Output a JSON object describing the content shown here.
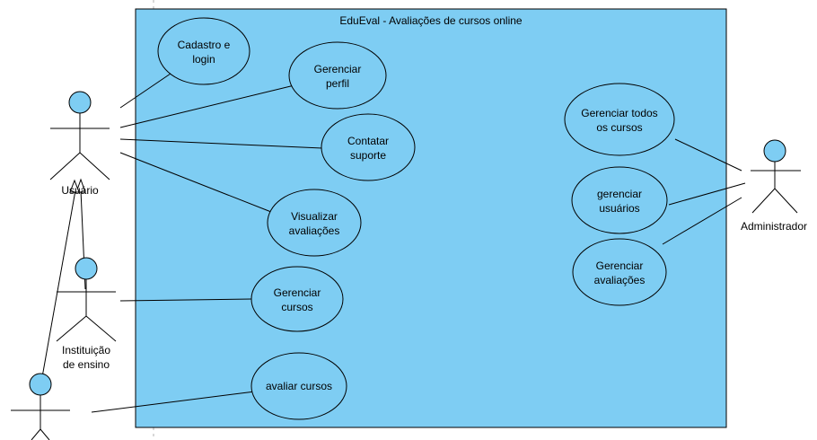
{
  "system": {
    "title": "EduEval - Avaliações de cursos online",
    "fill_color": "#7ecdf3",
    "border_color": "#000000"
  },
  "use_cases": {
    "cadastro_login": {
      "line1": "Cadastro e",
      "line2": "login"
    },
    "gerenciar_perfil": {
      "line1": "Gerenciar",
      "line2": "perfil"
    },
    "contatar_suporte": {
      "line1": "Contatar",
      "line2": "suporte"
    },
    "visualizar_avaliacoes": {
      "line1": "Visualizar",
      "line2": "avaliações"
    },
    "gerenciar_cursos": {
      "line1": "Gerenciar",
      "line2": "cursos"
    },
    "avaliar_cursos": {
      "line1": "avaliar cursos"
    },
    "gerenciar_todos_cursos": {
      "line1": "Gerenciar todos",
      "line2": "os cursos"
    },
    "gerenciar_usuarios": {
      "line1": "gerenciar",
      "line2": "usuários"
    },
    "gerenciar_avaliacoes": {
      "line1": "Gerenciar",
      "line2": "avaliações"
    }
  },
  "actors": {
    "usuario": {
      "name": "Usuário"
    },
    "instituicao": {
      "line1": "Instituição",
      "line2": "de ensino"
    },
    "administrador": {
      "name": "Administrador"
    },
    "aluno": {
      "name": ""
    }
  },
  "colors": {
    "use_case_fill": "#7ecdf3",
    "actor_head_fill": "#7ecdf3",
    "stroke": "#000000"
  }
}
